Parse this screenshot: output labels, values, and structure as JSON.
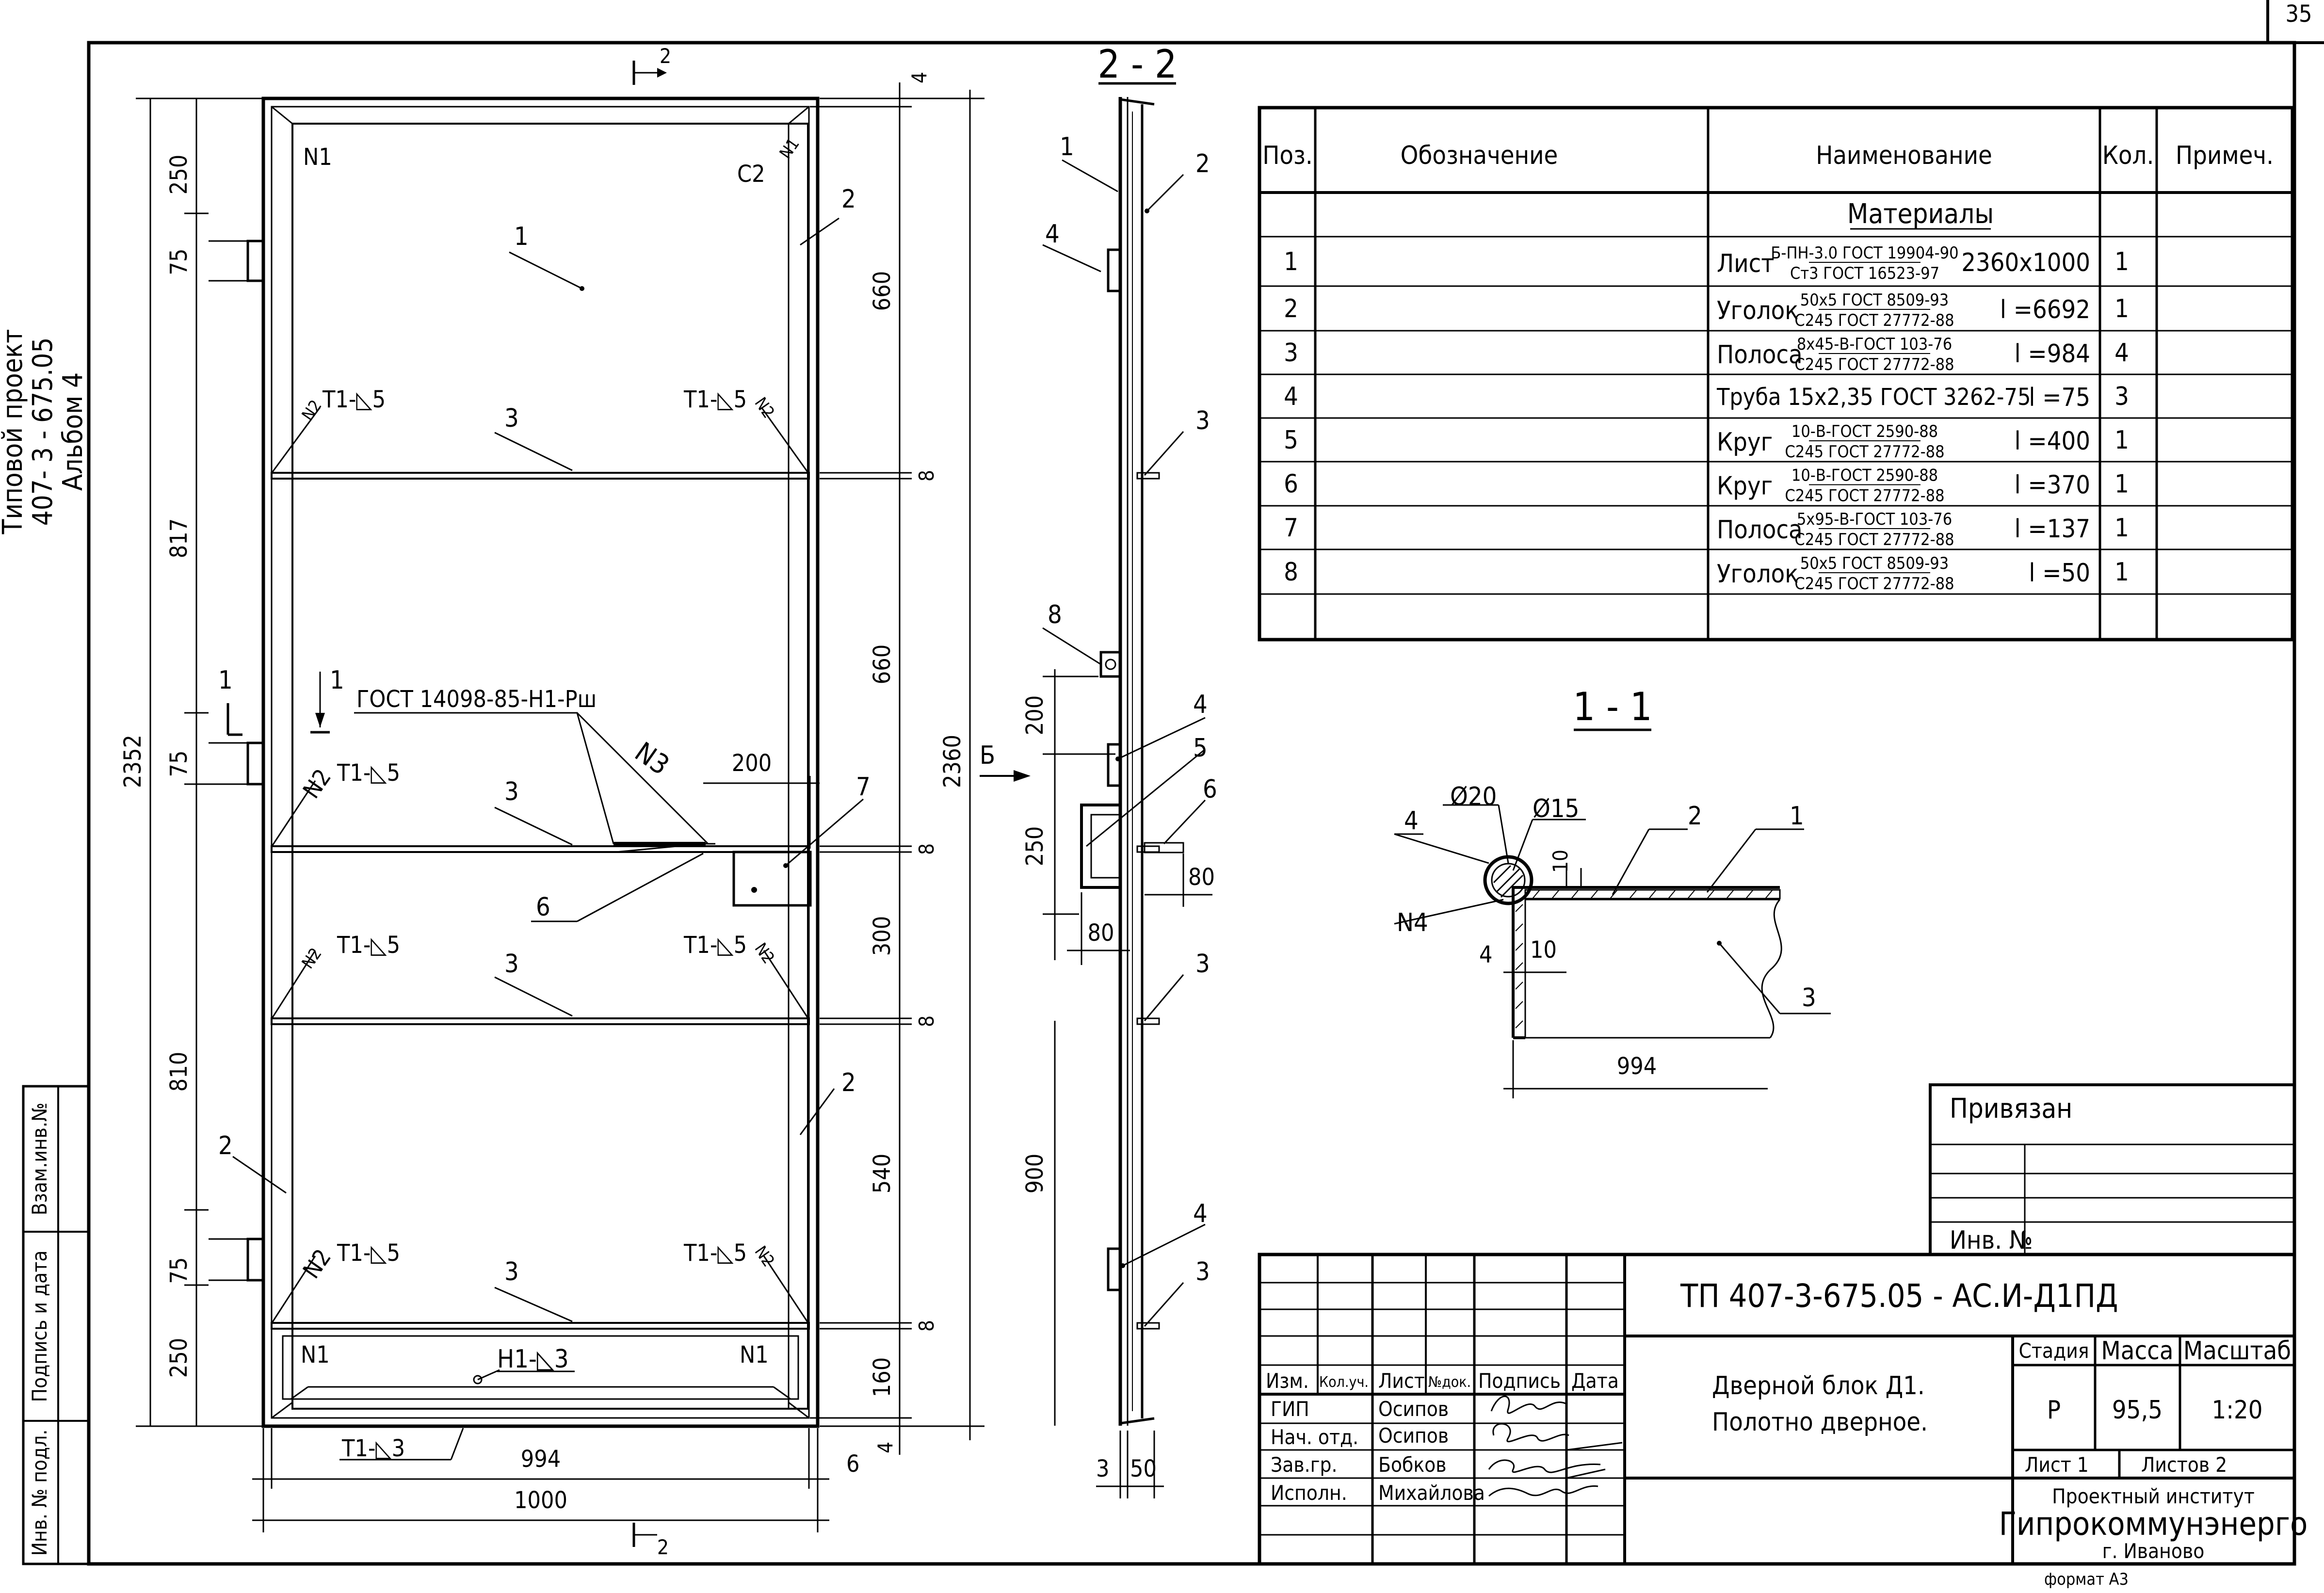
{
  "page_number": "35",
  "side_stamp": [
    "Типовой проект",
    "407- 3 - 675.05",
    "Альбом 4"
  ],
  "left_stamp": {
    "vzam": "Взам.инв.№",
    "podpis": "Подпись и дата",
    "inv": "Инв. № подл."
  },
  "spec": {
    "headers": [
      "Поз.",
      "Обозначение",
      "Наименование",
      "Кол.",
      "Примеч."
    ],
    "section": "Материалы",
    "rows": [
      {
        "pos": "1",
        "name": "Лист",
        "top": "Б-ПН-3.0 ГОСТ 19904-90",
        "bottom": "Ст3 ГОСТ 16523-97",
        "size": "2360x1000",
        "qty": "1"
      },
      {
        "pos": "2",
        "name": "Уголок",
        "top": "50x5 ГОСТ 8509-93",
        "bottom": "С245 ГОСТ 27772-88",
        "size": "l =6692",
        "qty": "1"
      },
      {
        "pos": "3",
        "name": "Полоса",
        "top": "8x45-В-ГОСТ 103-76",
        "bottom": "С245 ГОСТ 27772-88",
        "size": "l =984",
        "qty": "4"
      },
      {
        "pos": "4",
        "name": "Труба 15x2,35 ГОСТ 3262-75",
        "top": "",
        "bottom": "",
        "size": "l =75",
        "qty": "3"
      },
      {
        "pos": "5",
        "name": "Круг",
        "top": "10-В-ГОСТ 2590-88",
        "bottom": "С245 ГОСТ 27772-88",
        "size": "l =400",
        "qty": "1"
      },
      {
        "pos": "6",
        "name": "Круг",
        "top": "10-В-ГОСТ 2590-88",
        "bottom": "С245 ГОСТ 27772-88",
        "size": "l =370",
        "qty": "1"
      },
      {
        "pos": "7",
        "name": "Полоса",
        "top": "5x95-В-ГОСТ 103-76",
        "bottom": "С245 ГОСТ 27772-88",
        "size": "l =137",
        "qty": "1"
      },
      {
        "pos": "8",
        "name": "Уголок",
        "top": "50x5 ГОСТ 8509-93",
        "bottom": "С245 ГОСТ 27772-88",
        "size": "l =50",
        "qty": "1"
      }
    ]
  },
  "front": {
    "dims_left": [
      "250",
      "75",
      "817",
      "75",
      "2352",
      "810",
      "75",
      "250"
    ],
    "dims_right": [
      "4",
      "660",
      "8",
      "660",
      "2360",
      "8",
      "300",
      "8",
      "540",
      "8",
      "160",
      "4"
    ],
    "dims_bottom": [
      "994",
      "1000",
      "6"
    ],
    "dim_200": "200",
    "welds": {
      "t1": "Т1-◺5",
      "t1b": "Т1-◺3",
      "h1": "Н1-◺3"
    },
    "labels": {
      "n1": "N1",
      "n2": "N2",
      "n3": "N3",
      "c2": "C2"
    },
    "gost": "ГОСТ 14098-85-Н1-Рш",
    "marks": [
      "1",
      "2",
      "3",
      "6",
      "7"
    ],
    "cut_1": "1",
    "cut_2": "2"
  },
  "section22": {
    "title": "2 - 2",
    "dims": [
      "200",
      "250",
      "80",
      "80",
      "900",
      "3",
      "50"
    ],
    "view_b": "Б",
    "marks": [
      "1",
      "2",
      "3",
      "4",
      "5",
      "6",
      "8"
    ]
  },
  "section11": {
    "title": "1 - 1",
    "dims": [
      "Ø20",
      "Ø15",
      "10",
      "10",
      "4",
      "994"
    ],
    "marks": [
      "1",
      "2",
      "3",
      "4"
    ],
    "weld": "N4"
  },
  "title_block": {
    "privyazan": "Привязан",
    "inv": "Инв. №",
    "code": "ТП   407-3-675.05 - АС.И-Д1ПД",
    "desc1": "Дверной блок Д1.",
    "desc2": "Полотно дверное.",
    "headers": [
      "Изм.",
      "Кол.уч.",
      "Лист",
      "№док.",
      "Подпись",
      "Дата"
    ],
    "people": [
      {
        "role": "ГИП",
        "name": "Осипов"
      },
      {
        "role": "Нач. отд.",
        "name": "Осипов"
      },
      {
        "role": "Зав.гр.",
        "name": "Бобков"
      },
      {
        "role": "Исполн.",
        "name": "Михайлова"
      }
    ],
    "stage_h": "Стадия",
    "mass_h": "Масса",
    "scale_h": "Масштаб",
    "stage": "Р",
    "mass": "95,5",
    "scale": "1:20",
    "sheet": "Лист 1",
    "sheets": "Листов  2",
    "institute_small": "Проектный институт",
    "institute": "Гипрокоммунэнерго",
    "city": "г. Иваново",
    "format": "формат А3"
  }
}
